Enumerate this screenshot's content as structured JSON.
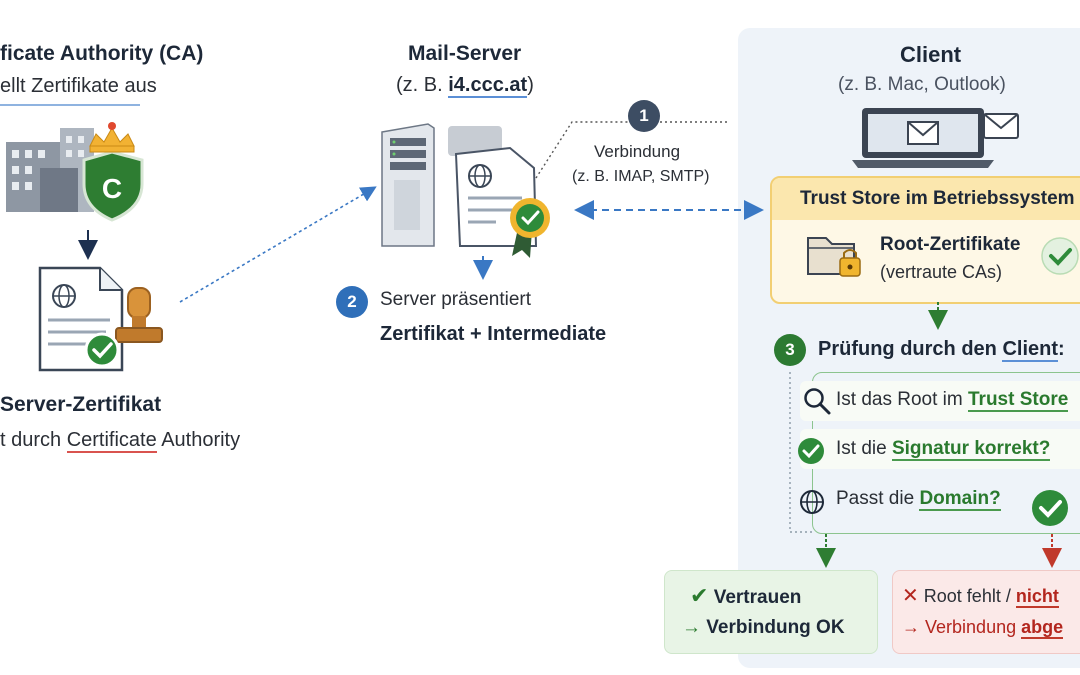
{
  "ca": {
    "title": "ficate Authority (CA)",
    "subtitle": "ellt Zertifikate aus",
    "shield_letter": "C"
  },
  "server_cert": {
    "title": "Server-Zertifikat",
    "line_prefix": "t durch ",
    "line_underlined": "Certificate",
    "line_suffix": " Authority"
  },
  "mail_server": {
    "title": "Mail-Server",
    "sub_prefix": "(z. B. ",
    "sub_host": "i4.ccc.at",
    "sub_suffix": ")"
  },
  "step1": {
    "number": "1",
    "line1": "Verbindung",
    "line2": "(z. B. IMAP, SMTP)"
  },
  "step2": {
    "number": "2",
    "line1": "Server präsentiert",
    "line2": "Zertifikat + Intermediate"
  },
  "client": {
    "title": "Client",
    "subtitle": "(z. B. Mac, Outlook)"
  },
  "trust_store": {
    "header": "Trust Store im Betriebssystem",
    "root_title": "Root-Zertifikate",
    "root_sub": "(vertraute CAs)"
  },
  "step3": {
    "number": "3",
    "label_prefix": "Prüfung durch den ",
    "label_client": "Client",
    "label_suffix": ":"
  },
  "checks": {
    "q1_prefix": "Ist das Root im ",
    "q1_em": "Trust Store",
    "q2_prefix": "Ist die ",
    "q2_em": "Signatur korrekt?",
    "q3_prefix": "Passt die ",
    "q3_em": "Domain?"
  },
  "outcome_ok": {
    "line1": "Vertrauen",
    "line2": "Verbindung OK"
  },
  "outcome_fail": {
    "line1_prefix": "Root fehlt / ",
    "line1_em": "nicht",
    "line2_prefix": "Verbindung ",
    "line2_em": "abge"
  },
  "colors": {
    "navy_badge": "#3d4d63",
    "blue_badge": "#2f6fb9",
    "green_badge": "#2c7a32",
    "arrow_blue": "#3a78c4",
    "check_green": "#2e8b3a",
    "cross_red": "#c0392b"
  }
}
